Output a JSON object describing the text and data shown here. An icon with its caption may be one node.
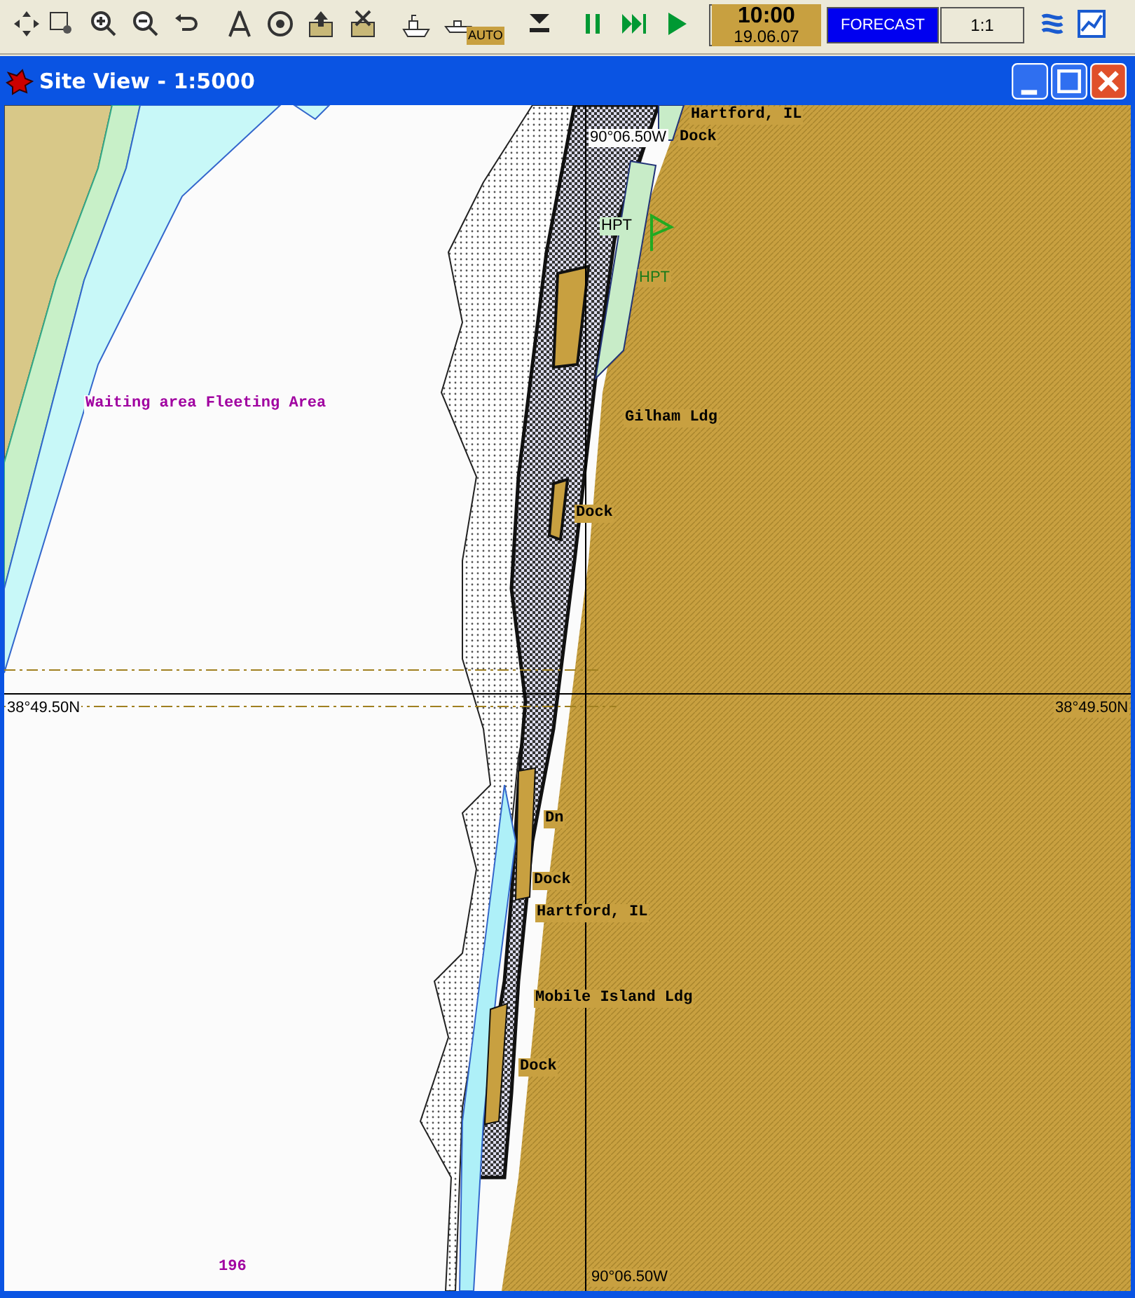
{
  "diagram": {
    "title": "Site View - 1:5000",
    "labels": [
      "AUTO",
      "10:00",
      "19.06.07",
      "FORECAST",
      "1:1",
      "Hartford, IL",
      "90°06.50W",
      "Dock",
      "HPT",
      "HPT",
      "Waiting area Fleeting Area",
      "Gilham Ldg",
      "Dock",
      "38°49.50N",
      "38°49.50N",
      "Dn",
      "Dock",
      "Hartford, IL",
      "Mobile Island Ldg",
      "Dock",
      "196",
      "90°06.50W"
    ]
  }
}
